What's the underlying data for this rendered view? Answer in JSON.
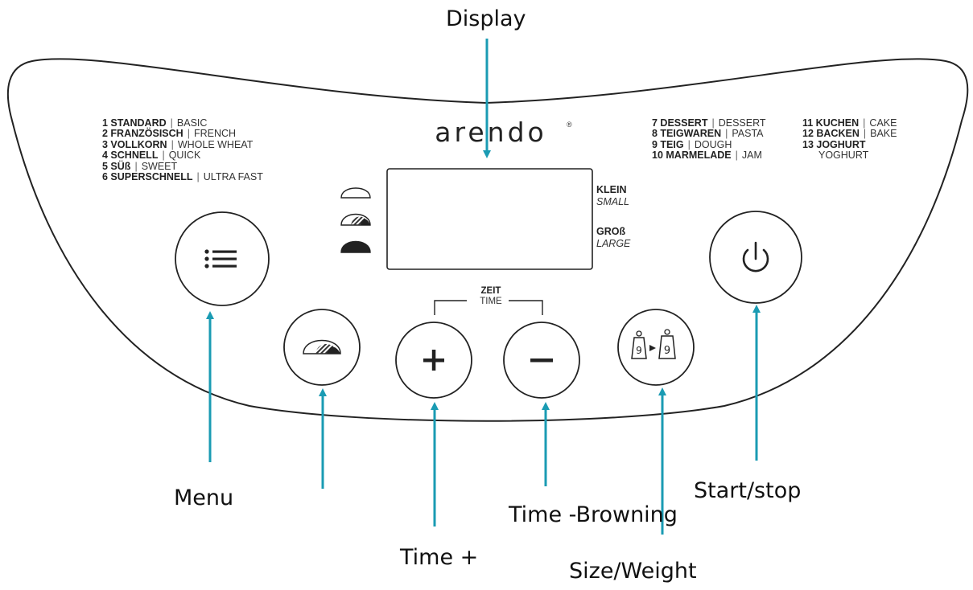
{
  "brand": {
    "logo_text": "arendo",
    "registered_mark": "®"
  },
  "programs_left": [
    {
      "de": "1 STANDARD",
      "en": "BASIC"
    },
    {
      "de": "2 FRANZÖSISCH",
      "en": "FRENCH"
    },
    {
      "de": "3 VOLLKORN",
      "en": "WHOLE WHEAT"
    },
    {
      "de": "4 SCHNELL",
      "en": "QUICK"
    },
    {
      "de": "5 SÜß",
      "en": "SWEET"
    },
    {
      "de": "6 SUPERSCHNELL",
      "en": "ULTRA FAST"
    }
  ],
  "programs_mid": [
    {
      "de": "7 DESSERT",
      "en": "DESSERT"
    },
    {
      "de": "8 TEIGWAREN",
      "en": "PASTA"
    },
    {
      "de": "9 TEIG",
      "en": "DOUGH"
    },
    {
      "de": "10 MARMELADE",
      "en": "JAM"
    }
  ],
  "programs_right": [
    {
      "de": "11 KUCHEN",
      "en": "CAKE"
    },
    {
      "de": "12 BACKEN",
      "en": "BAKE"
    },
    {
      "de": "13 JOGHURT",
      "en": "YOGHURT"
    }
  ],
  "size_labels": {
    "small": {
      "de": "KLEIN",
      "en": "SMALL"
    },
    "large": {
      "de": "GROß",
      "en": "LARGE"
    }
  },
  "time_group": {
    "de": "ZEIT",
    "en": "TIME"
  },
  "buttons": {
    "plus_glyph": "+",
    "minus_glyph": "−"
  },
  "callouts": {
    "display": "Display",
    "menu": "Menu",
    "time_plus": "Time +",
    "time_minus_browning": "Time -Browning",
    "size_weight": "Size/Weight",
    "start_stop": "Start/stop"
  },
  "colors": {
    "arrow": "#1a9bb3",
    "outline": "#222222",
    "panel_fill": "#ffffff"
  },
  "icons": {
    "menu": "list-icon",
    "crust": "bread-crust-icon",
    "weight": "weight-to-weight-icon",
    "power": "power-icon",
    "crust_light": "crust-light-icon",
    "crust_medium": "crust-medium-icon",
    "crust_dark": "crust-dark-icon"
  }
}
